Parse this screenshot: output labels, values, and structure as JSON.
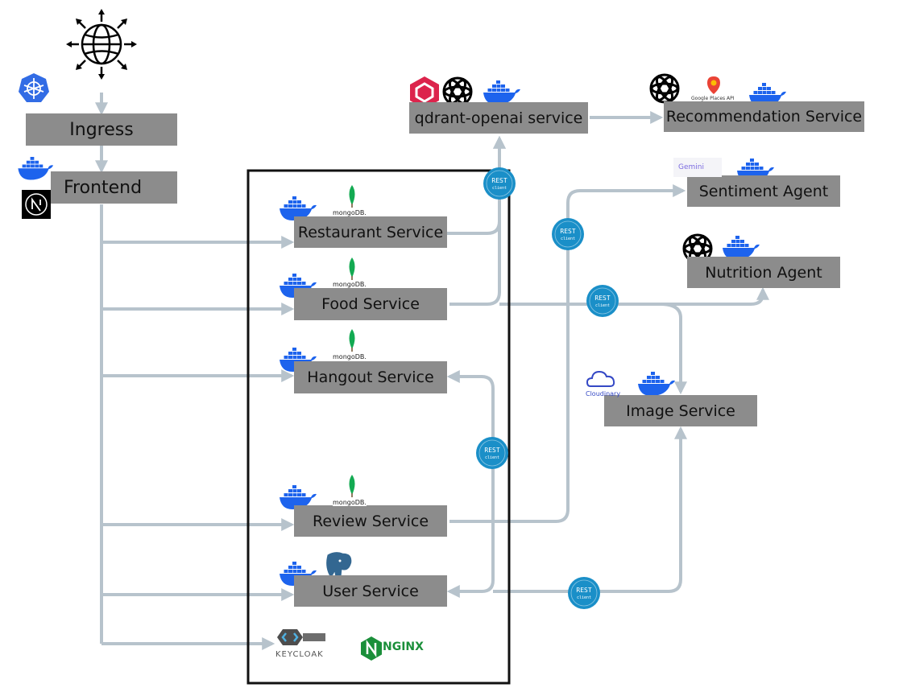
{
  "nodes": {
    "ingress": "Ingress",
    "frontend": "Frontend",
    "qdrant": "qdrant-openai service",
    "recommendation": "Recommendation Service",
    "sentiment": "Sentiment Agent",
    "nutrition": "Nutrition Agent",
    "restaurant": "Restaurant Service",
    "food": "Food Service",
    "hangout": "Hangout Service",
    "review": "Review Service",
    "user": "User Service",
    "image": "Image Service"
  },
  "logos": {
    "mongodb": "mongoDB.",
    "google_places": "Google Places API",
    "gemini": "Gemini",
    "cloudinary": "Cloudinary",
    "keycloak": "KEYCLOAK",
    "nginx": "NGINX"
  },
  "rest_client_label": {
    "top": "REST",
    "bottom": "client"
  },
  "colors": {
    "box_fill": "#8c8c8c",
    "arrow": "#b7c3cc",
    "rest_badge": "#1a8fc8",
    "docker": "#1d63ed",
    "mongodb": "#13aa52",
    "kubernetes": "#326ce5",
    "qdrant": "#dc244c",
    "postgres": "#336791",
    "nginx": "#1b8f3a"
  }
}
